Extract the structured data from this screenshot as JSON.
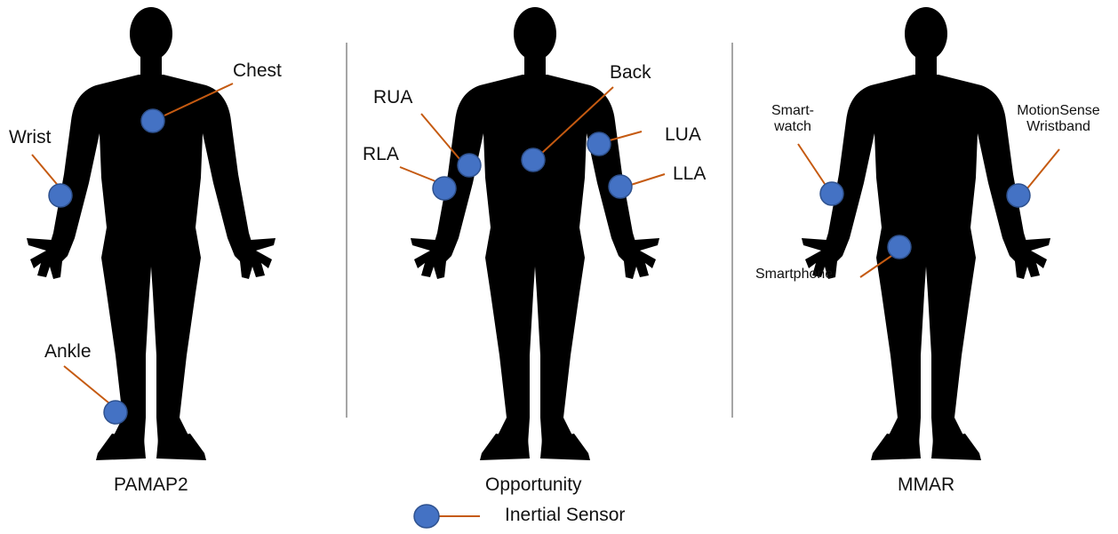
{
  "colors": {
    "body": "#000000",
    "sensor_fill": "#4472c4",
    "sensor_stroke": "#2f528f",
    "leader_line": "#c55a11",
    "divider": "#a6a6a6"
  },
  "panels": [
    {
      "caption": "PAMAP2",
      "sensors": [
        "Chest",
        "Wrist",
        "Ankle"
      ]
    },
    {
      "caption": "Opportunity",
      "sensors": [
        "Back",
        "RUA",
        "RLA",
        "LUA",
        "LLA"
      ]
    },
    {
      "caption": "MMAR",
      "sensors": [
        "Smart-watch",
        "MotionSense Wristband",
        "Smartphone"
      ]
    }
  ],
  "labels": {
    "chest": "Chest",
    "wrist": "Wrist",
    "ankle": "Ankle",
    "back": "Back",
    "rua": "RUA",
    "rla": "RLA",
    "lua": "LUA",
    "lla": "LLA",
    "smartwatch_line1": "Smart-",
    "smartwatch_line2": "watch",
    "motionsense_line1": "MotionSense",
    "motionsense_line2": "Wristband",
    "smartphone": "Smartphone"
  },
  "legend": {
    "label": "Inertial Sensor",
    "icon": "sensor-dot-icon"
  }
}
